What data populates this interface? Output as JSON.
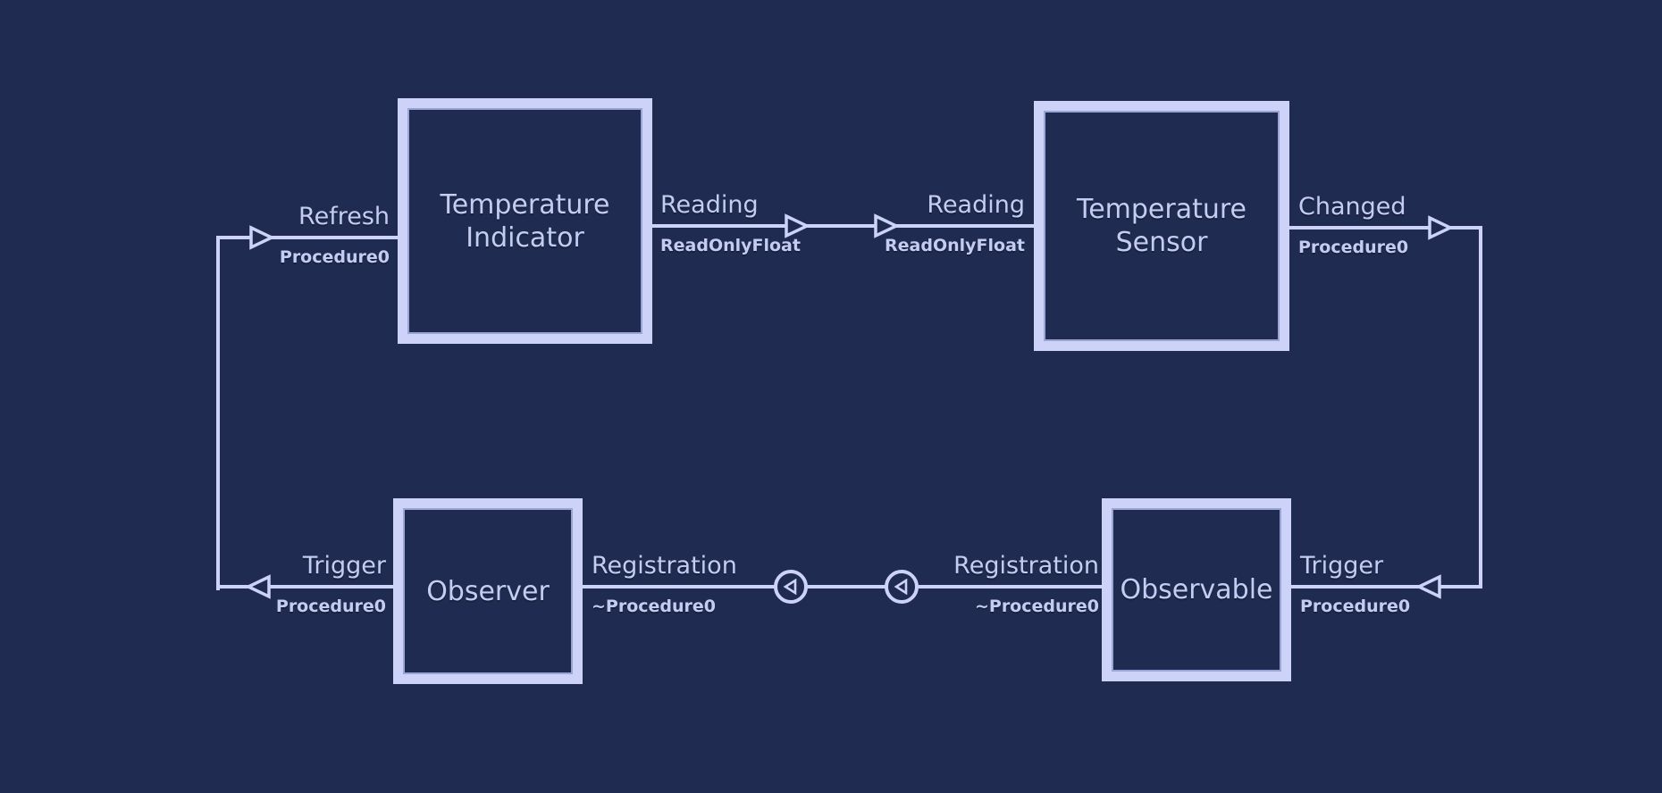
{
  "palette": {
    "background": "#1f2b50",
    "accent": "#cdd3f8",
    "accent_dim": "#9ba4d2",
    "text": "#c5ccf2"
  },
  "components": [
    {
      "name": "Temperature Indicator"
    },
    {
      "name": "Temperature Sensor"
    },
    {
      "name": "Observer"
    },
    {
      "name": "Observable"
    }
  ],
  "ports": [
    {
      "name": "Refresh",
      "type": "Procedure0"
    },
    {
      "name": "Reading",
      "type": "ReadOnlyFloat"
    },
    {
      "name": "Reading",
      "type": "ReadOnlyFloat"
    },
    {
      "name": "Changed",
      "type": "Procedure0"
    },
    {
      "name": "Trigger",
      "type": "Procedure0"
    },
    {
      "name": "Registration",
      "type": "~Procedure0"
    },
    {
      "name": "Registration",
      "type": "~Procedure0"
    },
    {
      "name": "Trigger",
      "type": "Procedure0"
    }
  ],
  "icons": {
    "out_arrow": "open-triangle-right",
    "in_arrow": "open-triangle-left",
    "registration_connector": "circled-open-triangle-left"
  }
}
